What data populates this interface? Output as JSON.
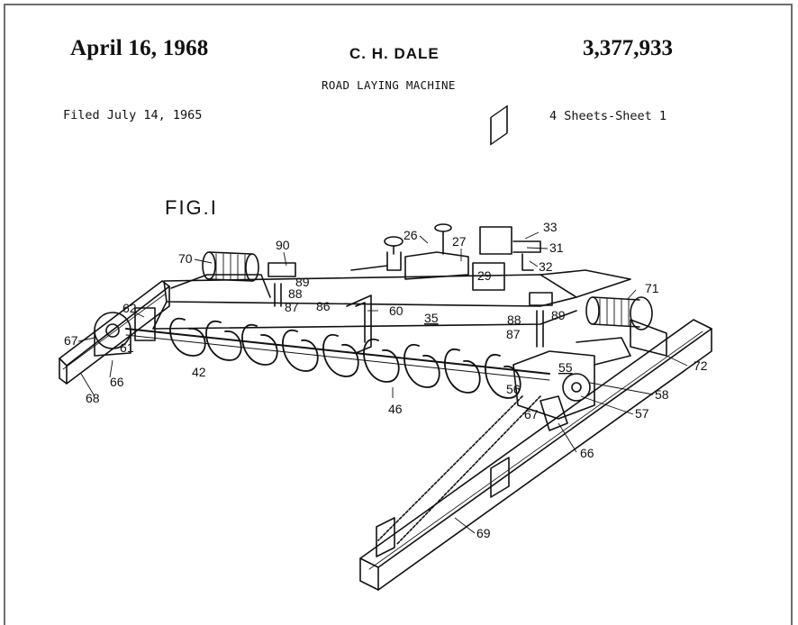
{
  "patent": {
    "date": "April 16, 1968",
    "inventor": "C. H. DALE",
    "number": "3,377,933",
    "title": "ROAD LAYING MACHINE",
    "filed": "Filed July 14, 1965",
    "sheets": "4 Sheets-Sheet 1"
  },
  "figure": {
    "label": "FIG.I",
    "refs": {
      "r70": "70",
      "r90": "90",
      "r26": "26",
      "r27": "27",
      "r33": "33",
      "r31": "31",
      "r32": "32",
      "r29": "29",
      "r71": "71",
      "r89a": "89",
      "r88a": "88",
      "r87a": "87",
      "r86": "86",
      "r60": "60",
      "r35": "35",
      "r88b": "88",
      "r89b": "89",
      "r87b": "87",
      "r62": "62",
      "r67": "67",
      "r61": "61",
      "r42": "42",
      "r66a": "66",
      "r68": "68",
      "r46": "46",
      "r55": "55",
      "r72": "72",
      "r56": "56",
      "r58": "58",
      "r57": "57",
      "r67b": "67",
      "r66b": "66",
      "r69": "69"
    }
  }
}
